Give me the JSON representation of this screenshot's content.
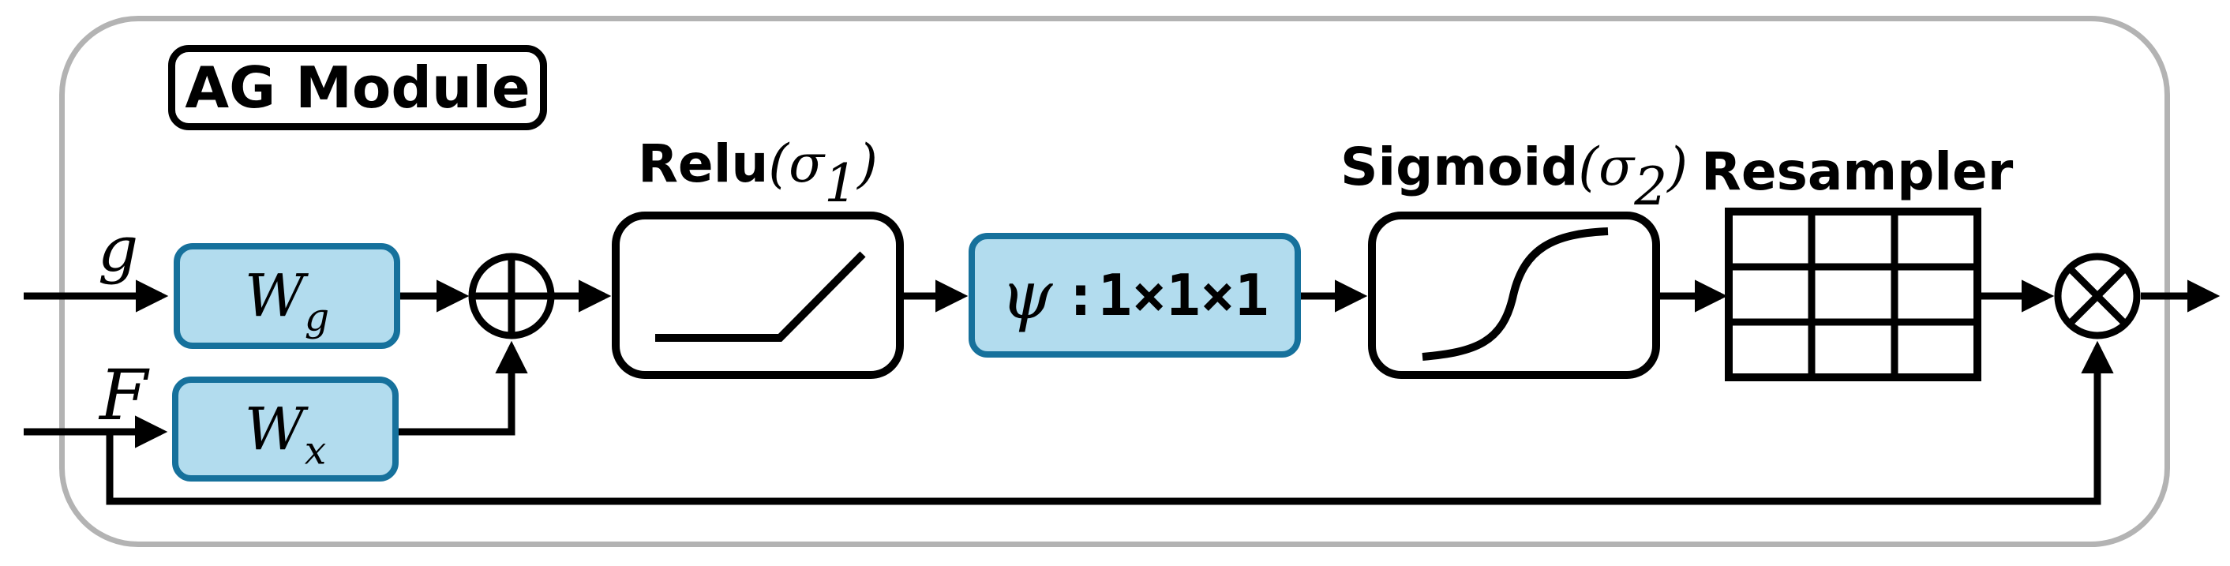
{
  "module": {
    "title": "AG Module",
    "inputs": {
      "g": "g",
      "F": "F"
    },
    "blocks": {
      "wg": {
        "base": "W",
        "sub": "g"
      },
      "wx": {
        "base": "W",
        "sub": "x"
      },
      "relu": {
        "name": "Relu",
        "open": "(",
        "sigma": "σ",
        "sub": "1",
        "close": ")"
      },
      "psi": {
        "symbol": "ψ",
        "dims": ":1×1×1"
      },
      "sigmoid": {
        "name": "Sigmoid",
        "open": "(",
        "sigma": "σ",
        "sub": "2",
        "close": ")"
      },
      "resampler": {
        "label": "Resampler"
      }
    },
    "operators": {
      "add": "circled-plus",
      "multiply": "circled-times"
    },
    "colors": {
      "block_fill": "#B2DCEE",
      "block_stroke": "#16719C",
      "line": "#000000",
      "boundary": "#B3B3B3"
    }
  }
}
